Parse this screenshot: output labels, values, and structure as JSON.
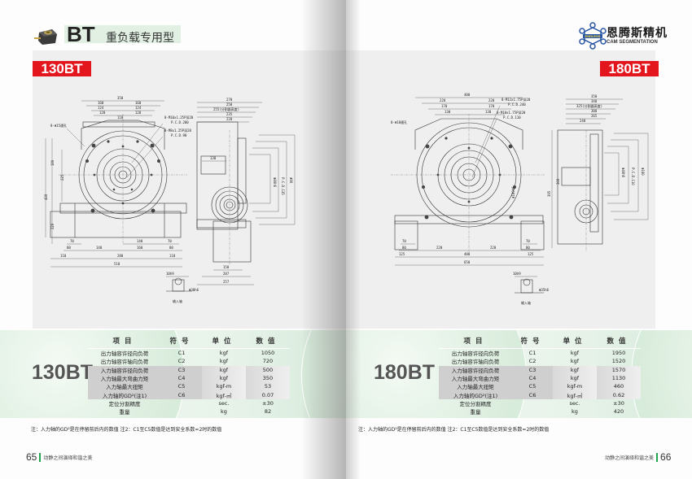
{
  "header": {
    "series_code": "BT",
    "series_subtitle": "重负载专用型",
    "brand_name_cn": "恩腾斯精机",
    "brand_name_en": "CAM SEGMENTATION",
    "brand_logo_text": "ENDLESS",
    "icon": "cam-indexer-product-icon"
  },
  "colors": {
    "model_tag": "#e3161e",
    "spec_band": "#d9ecdc",
    "folio_bar": "#23a650",
    "drawing_bg": "#efefef"
  },
  "left_page": {
    "model_tag": "130BT",
    "page_number": "65",
    "tagline": "动静之间演绎和谐之美",
    "drawing": {
      "front_dims": [
        "350",
        "160",
        "160",
        "124",
        "124",
        "120",
        "120",
        "110",
        "8-Φ15通孔",
        "8-M10x1.25P深20",
        "P.C.D.200",
        "8-M8x1.25P深20",
        "P.C.D.90",
        "395",
        "225",
        "180",
        "220",
        "80",
        "78",
        "85",
        "70",
        "140",
        "160",
        "160",
        "100",
        "280",
        "110",
        "510",
        "Φ130h6",
        "430"
      ],
      "side_dims": [
        "270",
        "250",
        "255(分割器高度)",
        "235",
        "220",
        "15",
        "130",
        "Φ40",
        "Φ30h6",
        "P.C.D.74",
        "Φ80h6",
        "Φ90",
        "P.C.D.135",
        "270",
        "252",
        "150",
        "207",
        "257"
      ],
      "input_shaft_dims": [
        "10h9",
        "5",
        "Φ30h6"
      ],
      "input_shaft_label": "输入轴"
    },
    "spec_table": {
      "model": "130BT",
      "headers": [
        "项目",
        "符号",
        "单位",
        "数值"
      ],
      "rows": [
        {
          "item": "出力轴容许径向负荷",
          "symbol": "C1",
          "unit": "kgf",
          "value": "1050"
        },
        {
          "item": "出力轴容许轴向负荷",
          "symbol": "C2",
          "unit": "kgf",
          "value": "720"
        },
        {
          "item": "入力轴容许径向负荷",
          "symbol": "C3",
          "unit": "kgf",
          "value": "500"
        },
        {
          "item": "入力轴最大弯曲力矩",
          "symbol": "C4",
          "unit": "kgf",
          "value": "350"
        },
        {
          "item": "入力轴最大扭矩",
          "symbol": "C5",
          "unit": "kgf-m",
          "value": "53"
        },
        {
          "item": "入力轴的GD²(注1)",
          "symbol": "C6",
          "unit": "kgf-㎡",
          "value": "0.07"
        },
        {
          "item": "定位分割精度",
          "symbol": "",
          "unit": "sec.",
          "value": "±30"
        },
        {
          "item": "重量",
          "symbol": "",
          "unit": "kg",
          "value": "82"
        }
      ]
    },
    "note": "注：入力轴的GD²是在停留前后内的数值  注2：C1至C5数值是达到安全系数=2时的数值"
  },
  "right_page": {
    "model_tag": "180BT",
    "page_number": "66",
    "tagline": "动静之间演绎和谐之美",
    "drawing": {
      "front_dims": [
        "400",
        "220",
        "220",
        "170",
        "170",
        "130",
        "130",
        "8-Φ18通孔",
        "8-M12x1.75P深20",
        "P.C.D.240",
        "8-M10x1.75P深20",
        "P.C.D.110",
        "125",
        "103",
        "Φ180h6",
        "115",
        "70",
        "80",
        "220",
        "220",
        "400",
        "125",
        "125",
        "650"
      ],
      "side_dims": [
        "350",
        "340",
        "325(分割器高度)",
        "300",
        "265",
        "240",
        "30",
        "Φ50",
        "Φ35",
        "P.C.D.110",
        "Φ40h6",
        "Φ50h6",
        "P.C.D.150",
        "Φ180",
        "395",
        "300",
        "210",
        "285",
        "210",
        "255",
        "360"
      ],
      "input_shaft_dims": [
        "10h9",
        "4.5",
        "Φ35h6"
      ],
      "input_shaft_label": "输入轴"
    },
    "spec_table": {
      "model": "180BT",
      "headers": [
        "项目",
        "符号",
        "单位",
        "数值"
      ],
      "rows": [
        {
          "item": "出力轴容许径向负荷",
          "symbol": "C1",
          "unit": "kgf",
          "value": "1950"
        },
        {
          "item": "出力轴容许轴向负荷",
          "symbol": "C2",
          "unit": "kgf",
          "value": "1520"
        },
        {
          "item": "入力轴容许径向负荷",
          "symbol": "C3",
          "unit": "kgf",
          "value": "1570"
        },
        {
          "item": "入力轴最大弯曲力矩",
          "symbol": "C4",
          "unit": "kgf",
          "value": "1130"
        },
        {
          "item": "入力轴最大扭矩",
          "symbol": "C5",
          "unit": "kgf-m",
          "value": "460"
        },
        {
          "item": "入力轴的GD²(注1)",
          "symbol": "C6",
          "unit": "kgf-㎡",
          "value": "0.62"
        },
        {
          "item": "定位分割精度",
          "symbol": "",
          "unit": "sec.",
          "value": "±30"
        },
        {
          "item": "重量",
          "symbol": "",
          "unit": "kg",
          "value": "420"
        }
      ]
    },
    "note": "注：入力轴的GD²是在停留前后内的数值  注2：C1至C5数值是达到安全系数=2时的数值"
  }
}
